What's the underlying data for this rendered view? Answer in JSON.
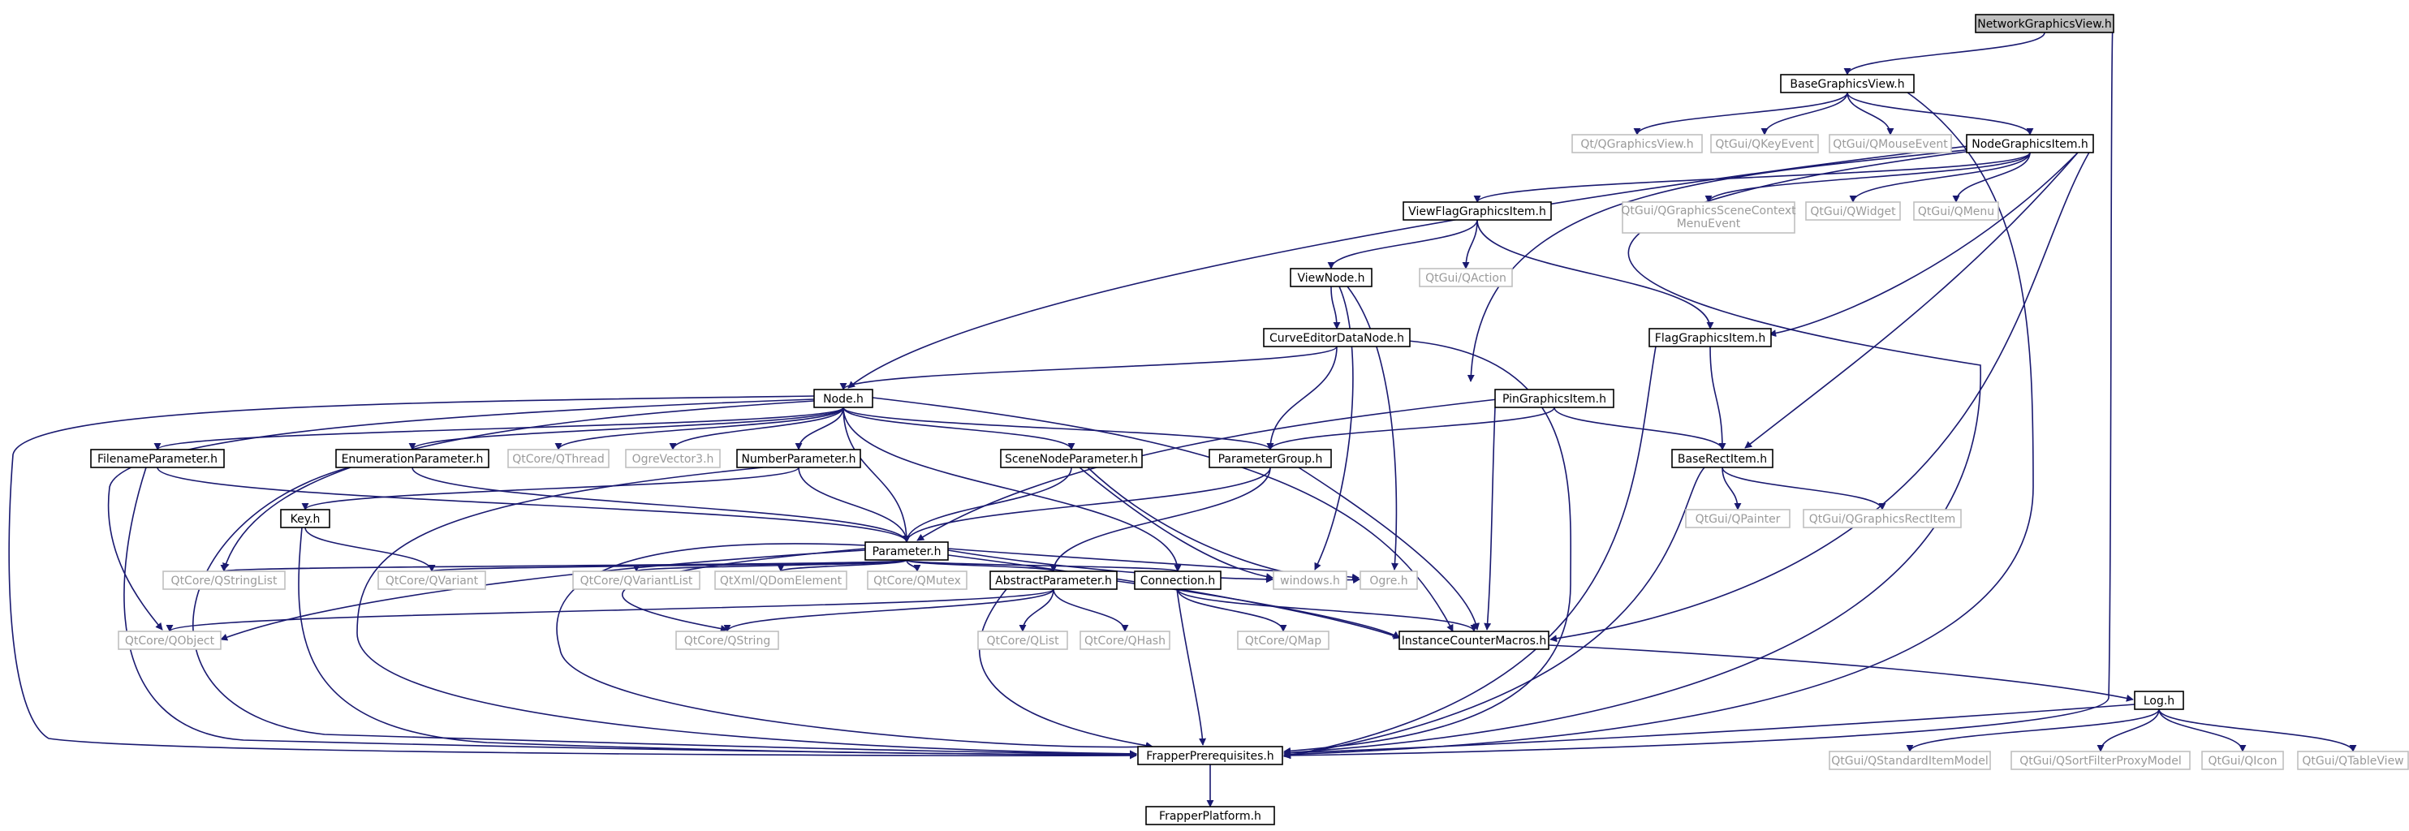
{
  "graph": {
    "nodes": [
      {
        "id": "network_graphics_view",
        "label": "NetworkGraphicsView.h",
        "kind": "root"
      },
      {
        "id": "base_graphics_view",
        "label": "BaseGraphicsView.h",
        "kind": "file"
      },
      {
        "id": "qt_qgraphicsview",
        "label": "Qt/QGraphicsView.h",
        "kind": "external"
      },
      {
        "id": "qtgui_qkeyevent",
        "label": "QtGui/QKeyEvent",
        "kind": "external"
      },
      {
        "id": "qtgui_qmouseevent",
        "label": "QtGui/QMouseEvent",
        "kind": "external"
      },
      {
        "id": "node_graphics_item",
        "label": "NodeGraphicsItem.h",
        "kind": "file"
      },
      {
        "id": "view_flag_graphics_item",
        "label": "ViewFlagGraphicsItem.h",
        "kind": "file"
      },
      {
        "id": "qtgui_qgraphicsscenecontextmenuevent",
        "label": "QtGui/QGraphicsSceneContext",
        "label2": "MenuEvent",
        "kind": "external"
      },
      {
        "id": "qtgui_qwidget",
        "label": "QtGui/QWidget",
        "kind": "external"
      },
      {
        "id": "qtgui_qmenu",
        "label": "QtGui/QMenu",
        "kind": "external"
      },
      {
        "id": "view_node",
        "label": "ViewNode.h",
        "kind": "file"
      },
      {
        "id": "qtgui_qaction",
        "label": "QtGui/QAction",
        "kind": "external"
      },
      {
        "id": "curve_editor_data_node",
        "label": "CurveEditorDataNode.h",
        "kind": "file"
      },
      {
        "id": "flag_graphics_item",
        "label": "FlagGraphicsItem.h",
        "kind": "file"
      },
      {
        "id": "node",
        "label": "Node.h",
        "kind": "file"
      },
      {
        "id": "pin_graphics_item",
        "label": "PinGraphicsItem.h",
        "kind": "file"
      },
      {
        "id": "filename_parameter",
        "label": "FilenameParameter.h",
        "kind": "file"
      },
      {
        "id": "enumeration_parameter",
        "label": "EnumerationParameter.h",
        "kind": "file"
      },
      {
        "id": "qtcore_qthread",
        "label": "QtCore/QThread",
        "kind": "external"
      },
      {
        "id": "ogre_vector3",
        "label": "OgreVector3.h",
        "kind": "external"
      },
      {
        "id": "number_parameter",
        "label": "NumberParameter.h",
        "kind": "file"
      },
      {
        "id": "scene_node_parameter",
        "label": "SceneNodeParameter.h",
        "kind": "file"
      },
      {
        "id": "parameter_group",
        "label": "ParameterGroup.h",
        "kind": "file"
      },
      {
        "id": "base_rect_item",
        "label": "BaseRectItem.h",
        "kind": "file"
      },
      {
        "id": "key",
        "label": "Key.h",
        "kind": "file"
      },
      {
        "id": "parameter",
        "label": "Parameter.h",
        "kind": "file"
      },
      {
        "id": "qtgui_qpainter",
        "label": "QtGui/QPainter",
        "kind": "external"
      },
      {
        "id": "qtgui_qgraphicsrectitem",
        "label": "QtGui/QGraphicsRectItem",
        "kind": "external"
      },
      {
        "id": "qtcore_qstringlist",
        "label": "QtCore/QStringList",
        "kind": "external"
      },
      {
        "id": "qtcore_qvariant",
        "label": "QtCore/QVariant",
        "kind": "external"
      },
      {
        "id": "qtcore_qvariantlist",
        "label": "QtCore/QVariantList",
        "kind": "external"
      },
      {
        "id": "qtxml_qdomelement",
        "label": "QtXml/QDomElement",
        "kind": "external"
      },
      {
        "id": "qtcore_qmutex",
        "label": "QtCore/QMutex",
        "kind": "external"
      },
      {
        "id": "abstract_parameter",
        "label": "AbstractParameter.h",
        "kind": "file"
      },
      {
        "id": "connection",
        "label": "Connection.h",
        "kind": "file"
      },
      {
        "id": "windows",
        "label": "windows.h",
        "kind": "external"
      },
      {
        "id": "ogre",
        "label": "Ogre.h",
        "kind": "external"
      },
      {
        "id": "qtcore_qobject",
        "label": "QtCore/QObject",
        "kind": "external"
      },
      {
        "id": "qtcore_qstring",
        "label": "QtCore/QString",
        "kind": "external"
      },
      {
        "id": "qtcore_qlist",
        "label": "QtCore/QList",
        "kind": "external"
      },
      {
        "id": "qtcore_qhash",
        "label": "QtCore/QHash",
        "kind": "external"
      },
      {
        "id": "qtcore_qmap",
        "label": "QtCore/QMap",
        "kind": "external"
      },
      {
        "id": "instance_counter_macros",
        "label": "InstanceCounterMacros.h",
        "kind": "file"
      },
      {
        "id": "log",
        "label": "Log.h",
        "kind": "file"
      },
      {
        "id": "qtgui_qstandarditemmodel",
        "label": "QtGui/QStandardItemModel",
        "kind": "external"
      },
      {
        "id": "qtgui_qsortfilterproxymodel",
        "label": "QtGui/QSortFilterProxyModel",
        "kind": "external"
      },
      {
        "id": "qtgui_qicon",
        "label": "QtGui/QIcon",
        "kind": "external"
      },
      {
        "id": "qtgui_qtableview",
        "label": "QtGui/QTableView",
        "kind": "external"
      },
      {
        "id": "frapper_prerequisites",
        "label": "FrapperPrerequisites.h",
        "kind": "file"
      },
      {
        "id": "frapper_platform",
        "label": "FrapperPlatform.h",
        "kind": "file"
      }
    ]
  }
}
